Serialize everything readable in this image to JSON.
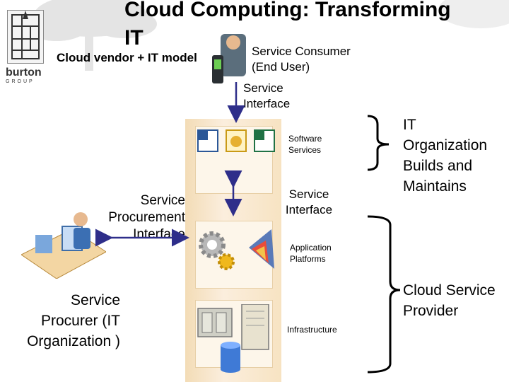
{
  "header": {
    "title": "Cloud Computing: Transforming IT",
    "subtitle": "Cloud vendor + IT model"
  },
  "logo": {
    "name": "burton",
    "tagline": "GROUP"
  },
  "actors": {
    "consumer": "Service Consumer (End User)",
    "procurer": "Service Procurer (IT Organization )"
  },
  "interfaces": {
    "top": "Service Interface",
    "middle": "Service Interface",
    "procurement": "Service Procurement Interface"
  },
  "layers": {
    "software": "Software Services",
    "platforms": "Application Platforms",
    "infrastructure": "Infrastructure"
  },
  "groups": {
    "it": "IT Organization Builds and Maintains",
    "cloud": "Cloud Service Provider"
  },
  "colors": {
    "arrow": "#2e2e8a",
    "stack": "#f3dcb6",
    "bracket": "#000000"
  },
  "icons": [
    "tree-icon",
    "logo-grid-icon",
    "user-phone-icon",
    "word-icon",
    "outlook-icon",
    "excel-icon",
    "gears-icon",
    "app-platform-icon",
    "server-icon",
    "database-icon",
    "desk-user-icon"
  ]
}
